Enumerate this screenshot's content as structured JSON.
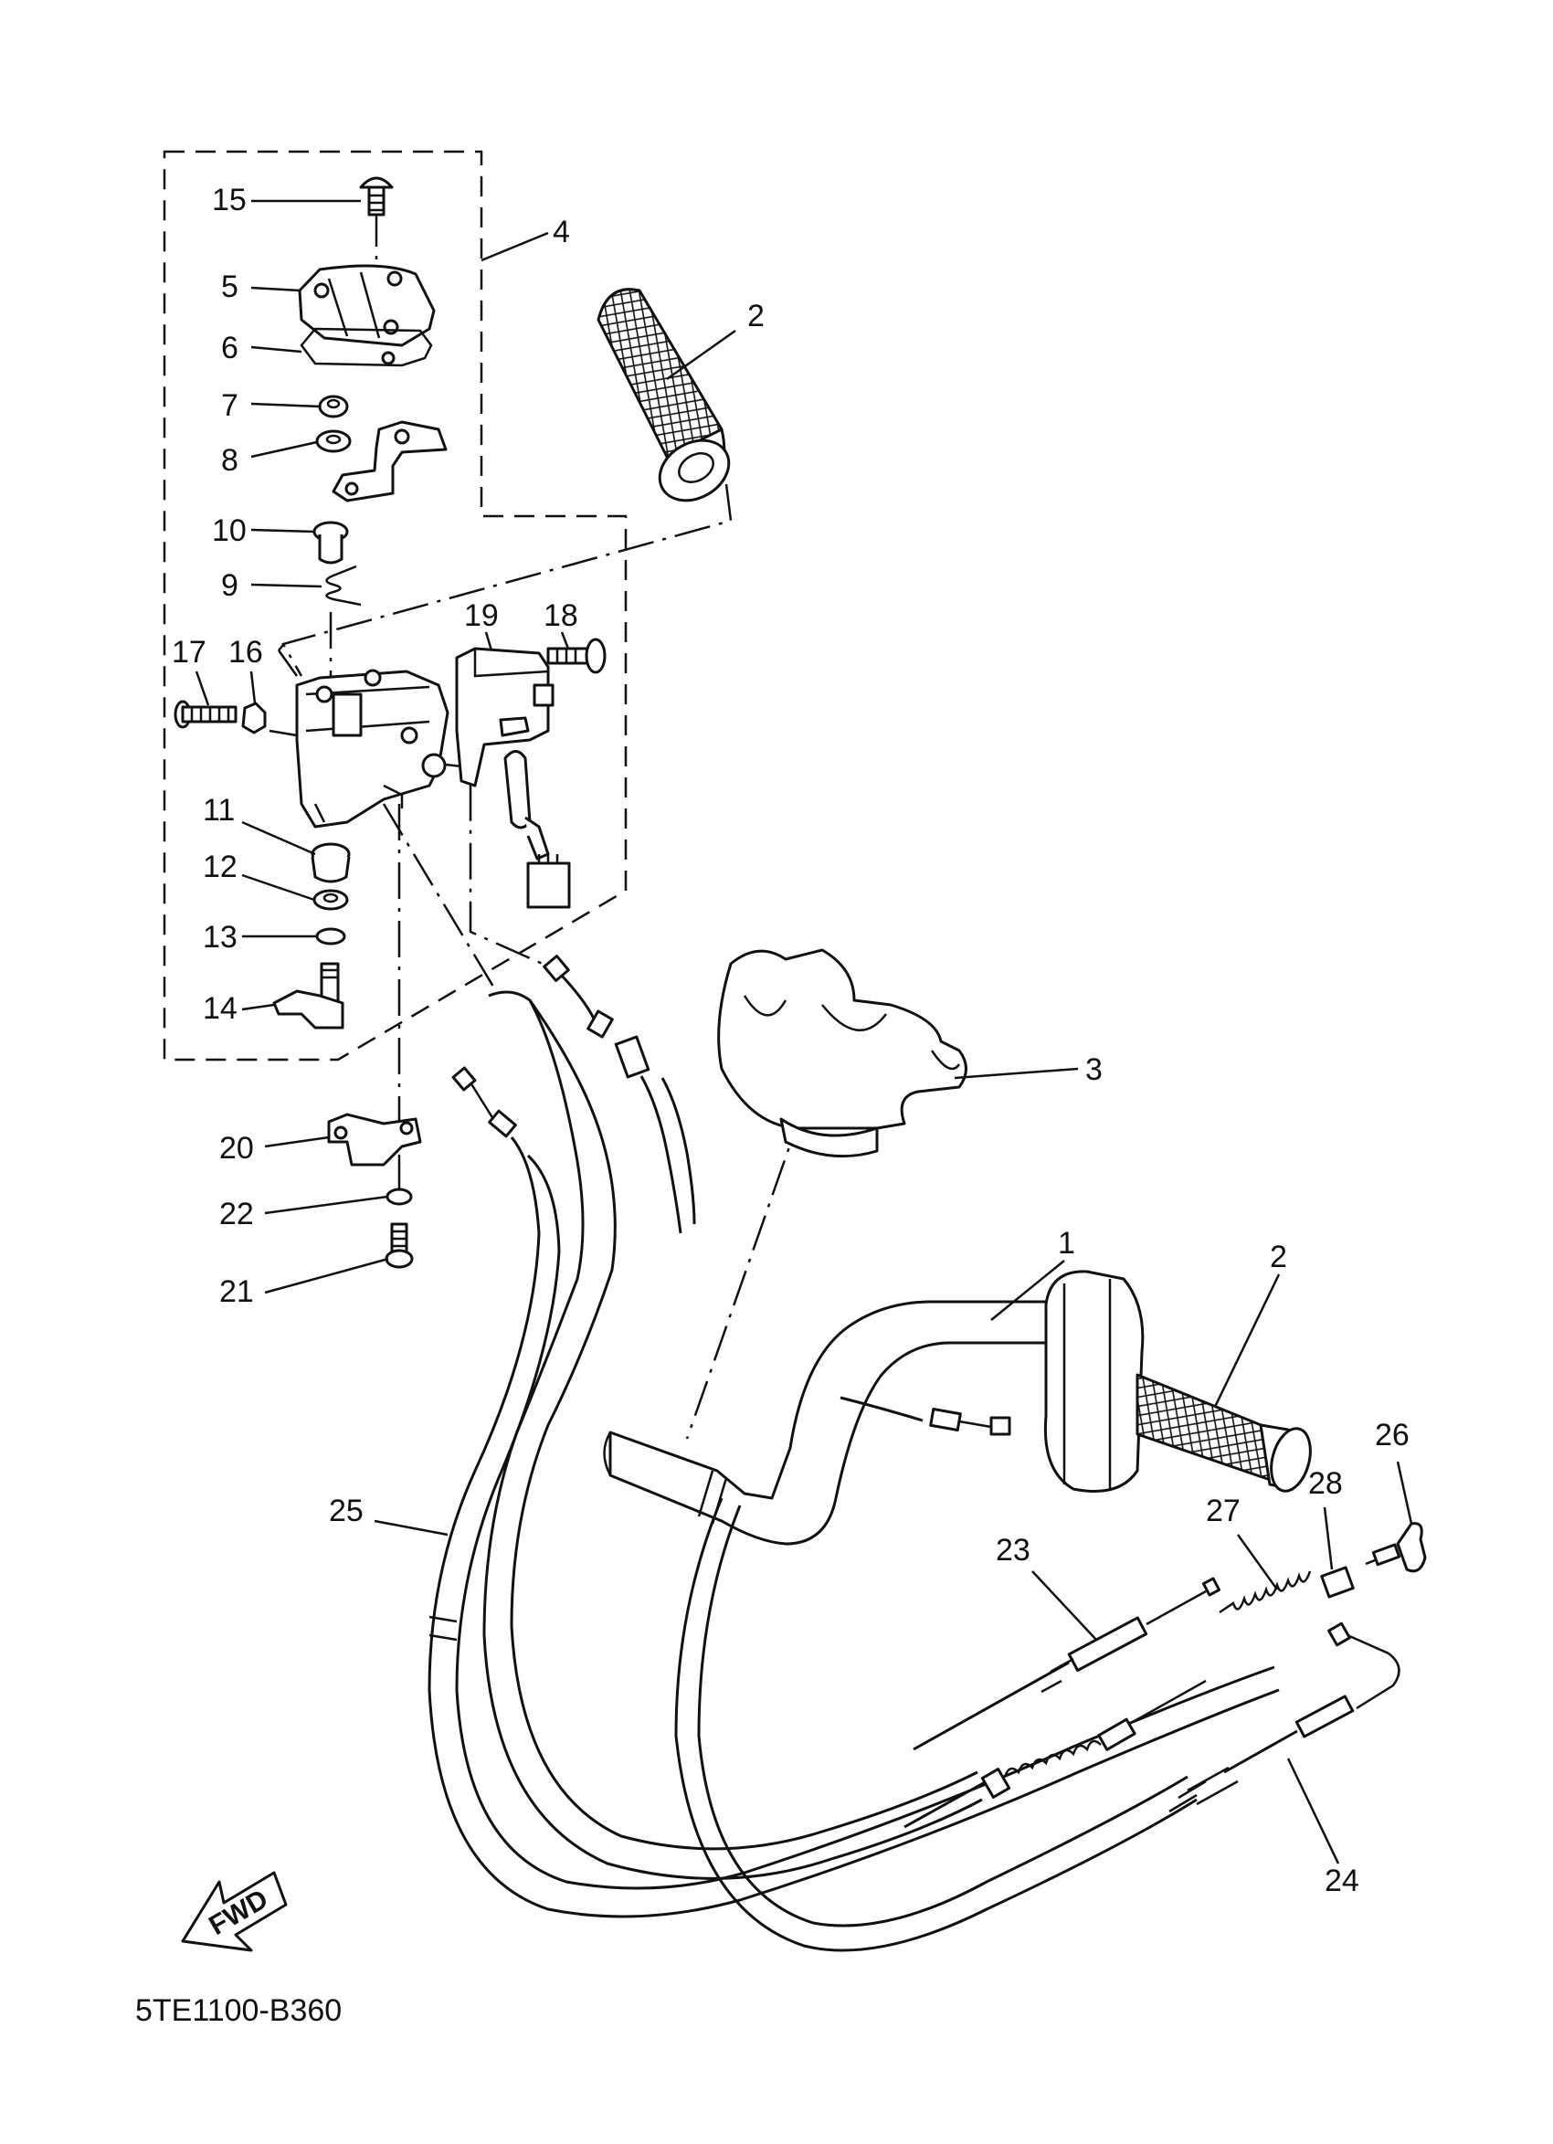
{
  "diagram": {
    "reference_code": "5TE1100-B360",
    "fwd_label": "FWD",
    "callouts": [
      {
        "id": "c1",
        "text": "1"
      },
      {
        "id": "c2a",
        "text": "2"
      },
      {
        "id": "c2b",
        "text": "2"
      },
      {
        "id": "c3",
        "text": "3"
      },
      {
        "id": "c4",
        "text": "4"
      },
      {
        "id": "c5",
        "text": "5"
      },
      {
        "id": "c6",
        "text": "6"
      },
      {
        "id": "c7",
        "text": "7"
      },
      {
        "id": "c8",
        "text": "8"
      },
      {
        "id": "c9",
        "text": "9"
      },
      {
        "id": "c10",
        "text": "10"
      },
      {
        "id": "c11",
        "text": "11"
      },
      {
        "id": "c12",
        "text": "12"
      },
      {
        "id": "c13",
        "text": "13"
      },
      {
        "id": "c14",
        "text": "14"
      },
      {
        "id": "c15",
        "text": "15"
      },
      {
        "id": "c16",
        "text": "16"
      },
      {
        "id": "c17",
        "text": "17"
      },
      {
        "id": "c18",
        "text": "18"
      },
      {
        "id": "c19",
        "text": "19"
      },
      {
        "id": "c20",
        "text": "20"
      },
      {
        "id": "c21",
        "text": "21"
      },
      {
        "id": "c22",
        "text": "22"
      },
      {
        "id": "c23",
        "text": "23"
      },
      {
        "id": "c24",
        "text": "24"
      },
      {
        "id": "c25",
        "text": "25"
      },
      {
        "id": "c26",
        "text": "26"
      },
      {
        "id": "c27",
        "text": "27"
      },
      {
        "id": "c28",
        "text": "28"
      }
    ]
  }
}
